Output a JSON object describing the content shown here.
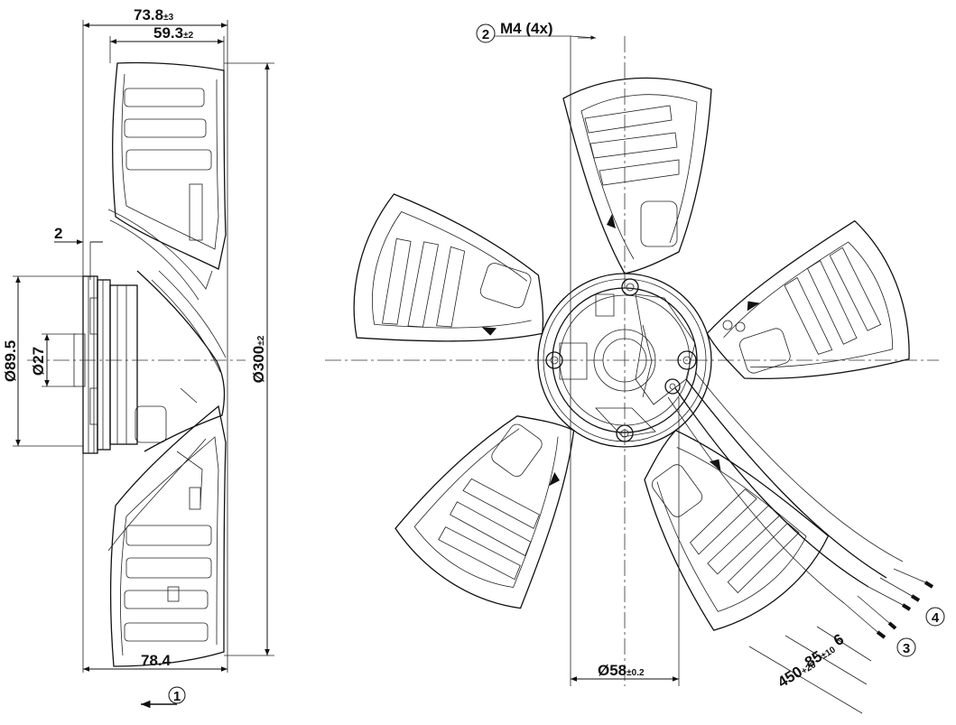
{
  "side_view": {
    "dim_total_depth": "73.8",
    "dim_total_depth_tol": "±3",
    "dim_blade_depth": "59.3",
    "dim_blade_depth_tol": "±2",
    "dim_flange_offset": "2",
    "dim_hub_diameter": "Ø89.5",
    "dim_shaft_diameter": "Ø27",
    "dim_fan_diameter": "Ø300",
    "dim_fan_diameter_tol": "±2",
    "dim_bottom_depth": "78.4",
    "callout_airflow": "1"
  },
  "front_view": {
    "callout_screws": "2",
    "label_screws": "M4 (4x)",
    "dim_center": "Ø58",
    "dim_center_tol": "±0.2",
    "callout_wires": "3",
    "callout_leads": "4",
    "dim_strip": "6",
    "dim_sleeve": "85",
    "dim_sleeve_tol": "±10",
    "dim_cable": "450",
    "dim_cable_tol": "+20"
  }
}
